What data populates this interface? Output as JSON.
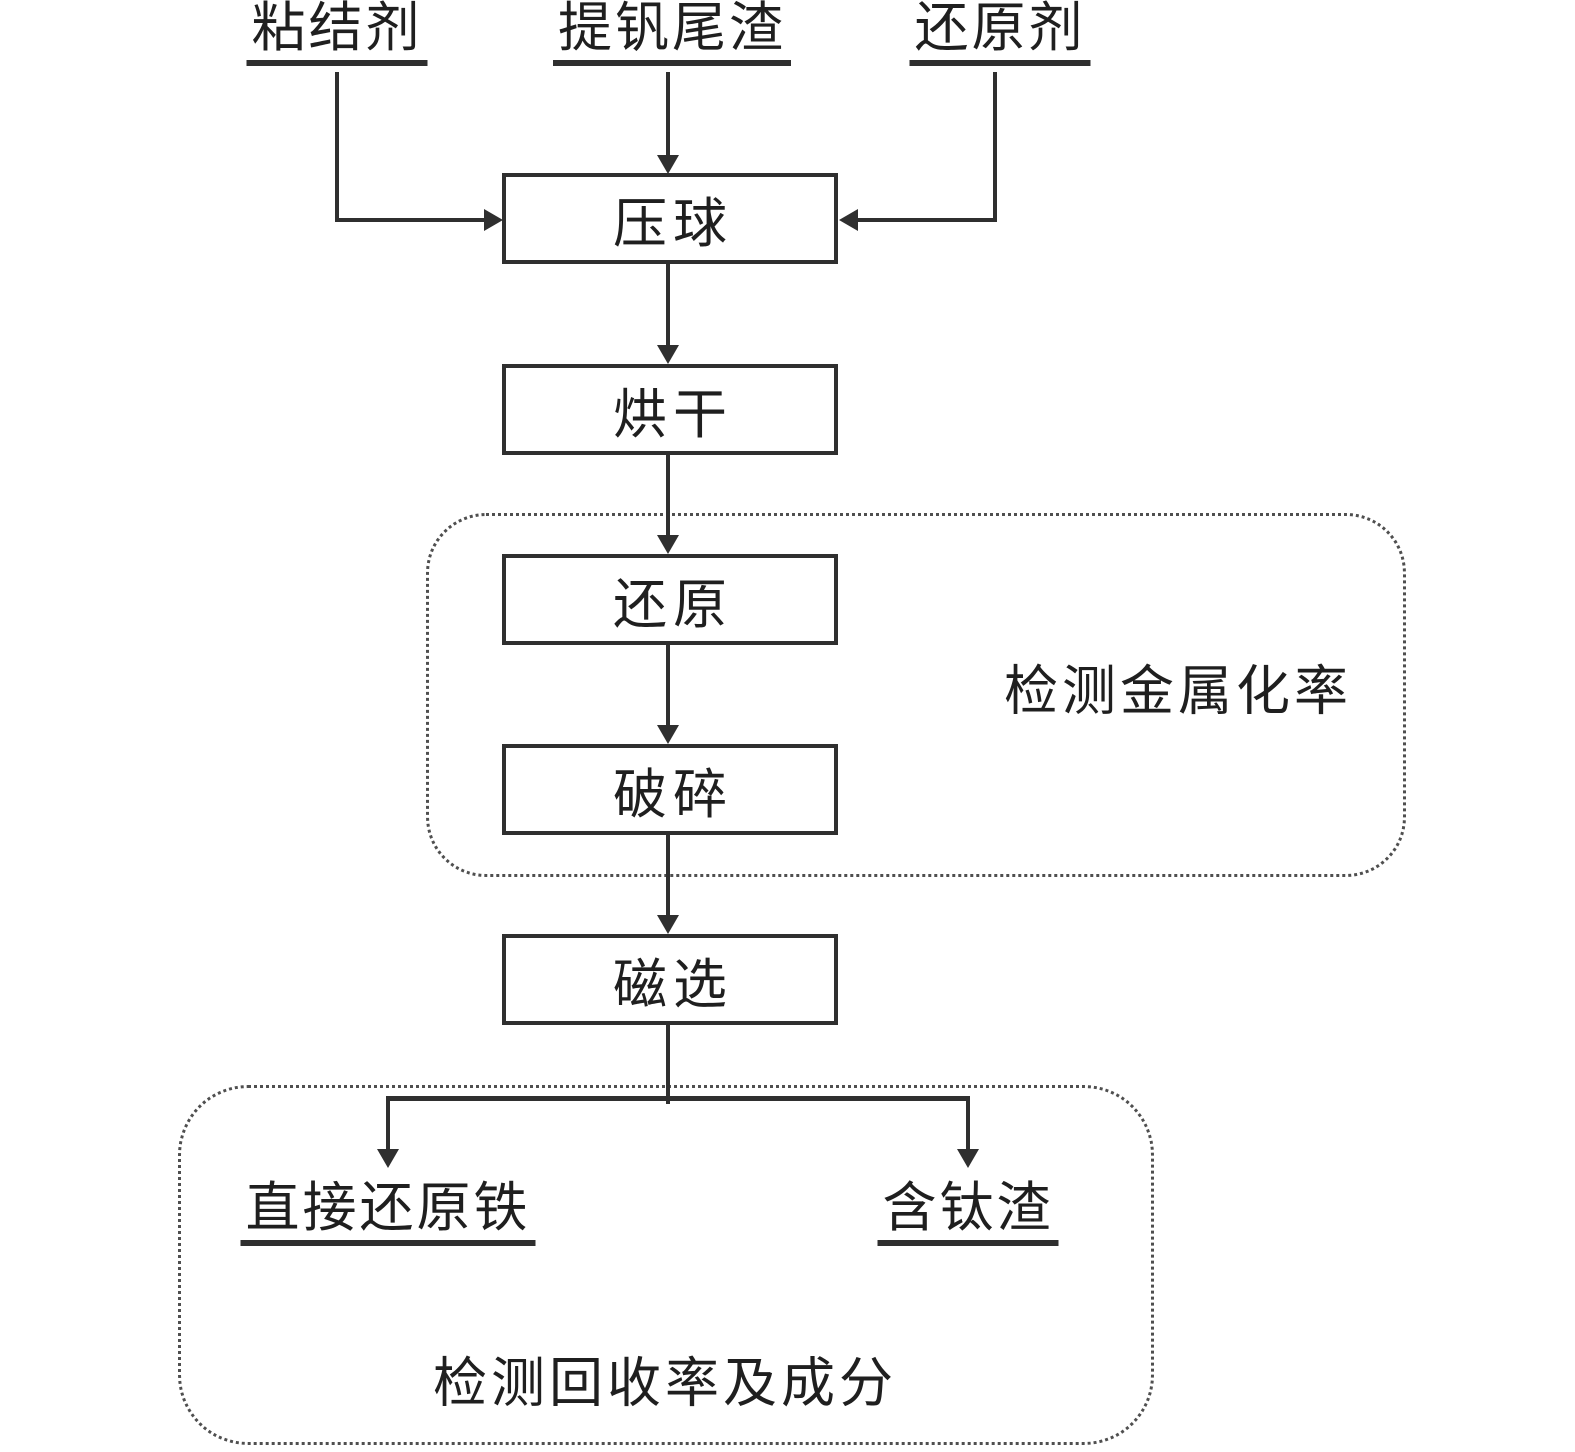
{
  "diagram": {
    "title_none": "",
    "inputs": {
      "binder": "粘结剂",
      "tailings": "提钒尾渣",
      "reductant": "还原剂"
    },
    "steps": {
      "briquetting": "压球",
      "drying": "烘干",
      "reduction": "还原",
      "crushing": "破碎",
      "magnetic_separation": "磁选"
    },
    "groups": {
      "metallization": "检测金属化率",
      "recovery": "检测回收率及成分"
    },
    "outputs": {
      "direct_reduced_iron": "直接还原铁",
      "titanium_slag": "含钛渣"
    },
    "colors": {
      "line": "#2f2f2f",
      "dotted_border": "#4f4f4f",
      "background": "#ffffff"
    }
  }
}
